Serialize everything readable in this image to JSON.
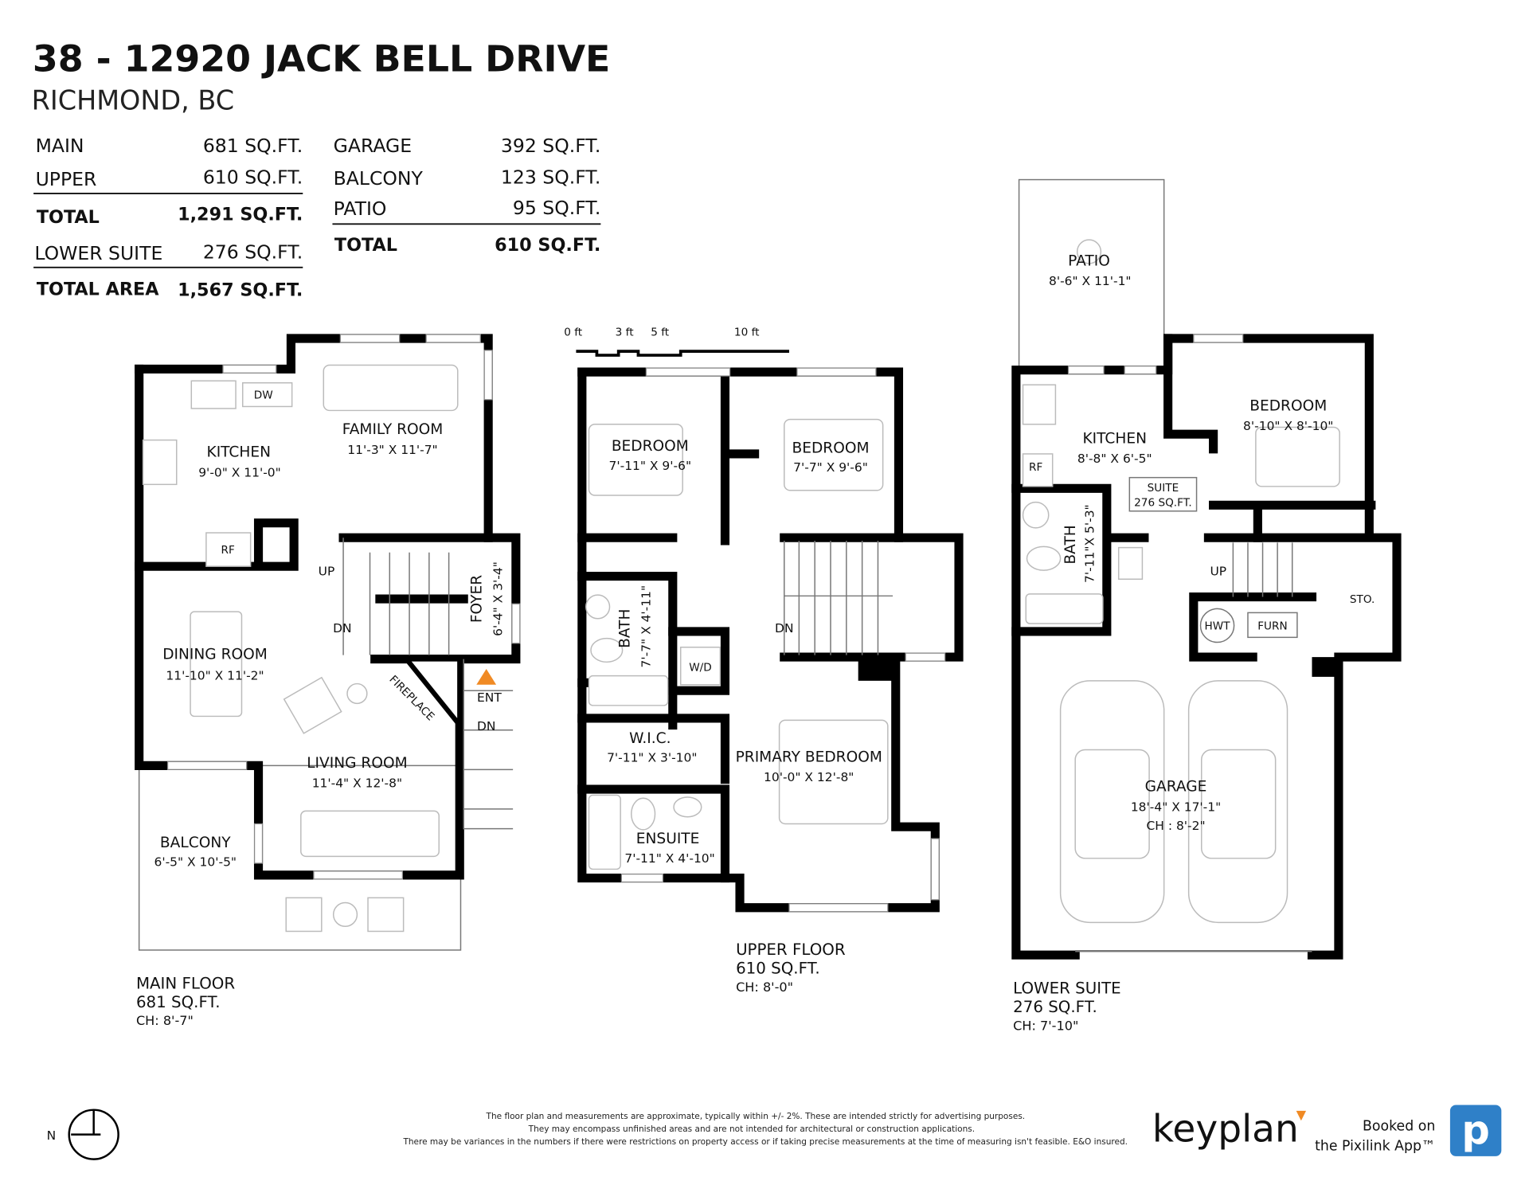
{
  "header": {
    "title": "38 - 12920 JACK BELL DRIVE",
    "subtitle": "RICHMOND, BC"
  },
  "area_table_left": [
    {
      "label": "MAIN",
      "value": "681 SQ.FT."
    },
    {
      "label": "UPPER",
      "value": "610 SQ.FT."
    },
    {
      "label": "TOTAL",
      "value": "1,291 SQ.FT."
    },
    {
      "label": "LOWER SUITE",
      "value": "276 SQ.FT."
    },
    {
      "label": "TOTAL AREA",
      "value": "1,567 SQ.FT."
    }
  ],
  "area_table_right": [
    {
      "label": "GARAGE",
      "value": "392 SQ.FT."
    },
    {
      "label": "BALCONY",
      "value": "123 SQ.FT."
    },
    {
      "label": "PATIO",
      "value": "95 SQ.FT."
    },
    {
      "label": "TOTAL",
      "value": "610 SQ.FT."
    }
  ],
  "scale_bar": [
    "0 ft",
    "3 ft",
    "5 ft",
    "10 ft"
  ],
  "main_floor": {
    "caption": "MAIN FLOOR",
    "area": "681 SQ.FT.",
    "ceiling": "CH: 8'-7\"",
    "rooms": {
      "kitchen": {
        "name": "KITCHEN",
        "dims": "9'-0\"  X  11'-0\""
      },
      "family": {
        "name": "FAMILY ROOM",
        "dims": "11'-3\"  X  11'-7\""
      },
      "dining": {
        "name": "DINING ROOM",
        "dims": "11'-10\"  X  11'-2\""
      },
      "living": {
        "name": "LIVING ROOM",
        "dims": "11'-4\"  X  12'-8\""
      },
      "balcony": {
        "name": "BALCONY",
        "dims": "6'-5\"  X  10'-5\""
      },
      "foyer": {
        "name": "FOYER",
        "dims": "6'-4\" X 3'-4\""
      }
    },
    "labels": {
      "dw": "DW",
      "rf": "RF",
      "up": "UP",
      "dn": "DN",
      "fireplace": "FIREPLACE",
      "ent": "ENT",
      "ent_dn": "DN"
    }
  },
  "upper_floor": {
    "caption": "UPPER FLOOR",
    "area": "610 SQ.FT.",
    "ceiling": "CH: 8'-0\"",
    "rooms": {
      "bedroom1": {
        "name": "BEDROOM",
        "dims": "7'-11\"  X  9'-6\""
      },
      "bedroom2": {
        "name": "BEDROOM",
        "dims": "7'-7\"  X  9'-6\""
      },
      "bath": {
        "name": "BATH",
        "dims": "7'-7\" X 4'-11\""
      },
      "wic": {
        "name": "W.I.C.",
        "dims": "7'-11\"  X  3'-10\""
      },
      "primary": {
        "name": "PRIMARY BEDROOM",
        "dims": "10'-0\"  X  12'-8\""
      },
      "ensuite": {
        "name": "ENSUITE",
        "dims": "7'-11\" X 4'-10\""
      }
    },
    "labels": {
      "wd": "W/D",
      "dn": "DN"
    }
  },
  "lower_suite": {
    "caption": "LOWER SUITE",
    "area": "276 SQ.FT.",
    "ceiling": "CH: 7'-10\"",
    "rooms": {
      "patio": {
        "name": "PATIO",
        "dims": "8'-6\"  X  11'-1\""
      },
      "kitchen": {
        "name": "KITCHEN",
        "dims": "8'-8\"  X  6'-5\""
      },
      "bedroom": {
        "name": "BEDROOM",
        "dims": "8'-10\"  X  8'-10\""
      },
      "bath": {
        "name": "BATH",
        "dims": "7'-11\"X 5'-3\""
      },
      "garage": {
        "name": "GARAGE",
        "dims": "18'-4\"  X  17'-1\"",
        "ceiling": "CH : 8'-2\""
      }
    },
    "suite_box": {
      "line1": "SUITE",
      "line2": "276 SQ.FT."
    },
    "labels": {
      "rf": "RF",
      "up": "UP",
      "sto": "STO.",
      "hwt": "HWT",
      "furn": "FURN"
    }
  },
  "north": "N",
  "disclaimer": [
    "The floor plan and measurements are approximate, typically within +/- 2%. These are intended strictly for advertising purposes.",
    "They may encompass unfinished areas and are not intended for architectural or construction applications.",
    "There may be variances in the numbers if there were restrictions on property access or if taking precise measurements at the time of measuring isn't feasible. E&O insured."
  ],
  "branding": {
    "logo": "keyplan",
    "booked_line1": "Booked on",
    "booked_line2": "the Pixilink App™",
    "app_icon_letter": "p"
  },
  "colors": {
    "accent_orange": "#f08a24",
    "pixilink_blue": "#2f80c8"
  }
}
